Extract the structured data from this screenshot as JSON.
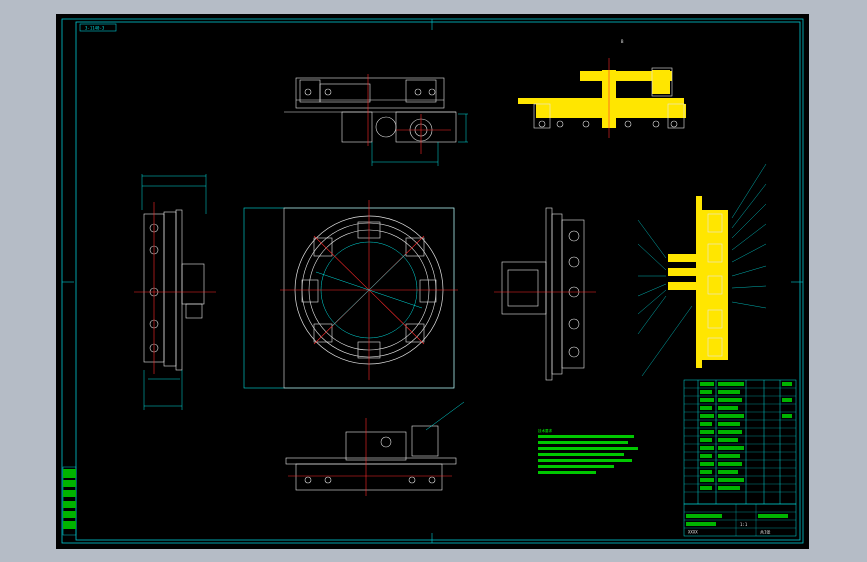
{
  "viewer": {
    "background": "#000000",
    "frame_background": "#b5bcc6"
  },
  "colors": {
    "border": "#00c8d2",
    "outline": "#e6e6e6",
    "center_line": "#ff2a2a",
    "dimension": "#00e0e0",
    "highlight": "#ffe600",
    "notes_text": "#00ff00",
    "leader": "#00e0e0"
  },
  "drawing": {
    "tag_top_left": "3-1140-3",
    "mark_top_right_view": "B"
  },
  "tech_notes": {
    "heading": "技术要求",
    "lines": []
  },
  "title_block": {
    "scale": "1:1",
    "sheet_label": "共1张",
    "part_code": "XXXX"
  }
}
